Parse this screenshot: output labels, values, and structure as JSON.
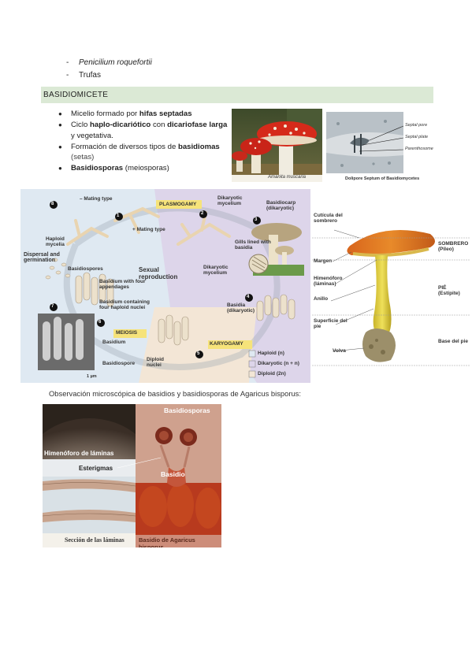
{
  "prev_list": [
    {
      "dash": "-",
      "text": "Penicilium roquefortii",
      "italic": true
    },
    {
      "dash": "-",
      "text": "Trufas",
      "italic": false
    }
  ],
  "section": {
    "title": "BASIDIOMICETE",
    "color": "#dbe9d5"
  },
  "bullets": [
    {
      "pre": "Micelio formado por ",
      "bold": "hifas septadas",
      "post": ""
    },
    {
      "pre": "Ciclo ",
      "bold": "haplo-dicariótico",
      "mid": " con ",
      "bold2": "dicariofase larga",
      "post": " y vegetativa."
    },
    {
      "pre": "Formación de diversos tipos de ",
      "bold": "basidiomas",
      "post": " (setas)"
    },
    {
      "pre": "",
      "bold": "Basidiosporas",
      "post": " (meiosporas)"
    }
  ],
  "amanita": {
    "caption": "Amanita muscaria"
  },
  "dolipore": {
    "title": "Dolipore Septum of Basidiomycetes",
    "labels": [
      "Septal pore",
      "Septal plate",
      "Parenthosome"
    ]
  },
  "lifecycle": {
    "labels": {
      "mating_minus": "– Mating type",
      "mating_plus": "+ Mating type",
      "plasmogamy": "PLASMOGAMY",
      "dikaryotic_mycelium": "Dikaryotic mycelium",
      "basidiocarp": "Basidiocarp (dikaryotic)",
      "gills": "Gills lined with basidia",
      "dikaryotic_mycelium2": "Dikaryotic mycelium",
      "sexual_reproduction": "Sexual reproduction",
      "basidia": "Basidia (dikaryotic)",
      "karyogamy": "KARYOGAMY",
      "diploid_nuclei": "Diploid nuclei",
      "meiosis": "MEIOSIS",
      "basidium_four_haploid": "Basidium containing four haploid nuclei",
      "basidium_four_appendages": "Basidium with four appendages",
      "basidiospores": "Basidiospores",
      "haploid_mycelia": "Haploid mycelia",
      "dispersal": "Dispersal and germination",
      "basidium": "Basidium",
      "basidiospore": "Basidiospore",
      "scale": "1 µm"
    },
    "legend": [
      {
        "label": "Haploid (n)",
        "color": "#dfe9f2"
      },
      {
        "label": "Dikaryotic (n + n)",
        "color": "#ddd5ea"
      },
      {
        "label": "Diploid (2n)",
        "color": "#f3e6d6"
      }
    ],
    "steps": [
      "1",
      "2",
      "3",
      "4",
      "5",
      "6",
      "7",
      "8"
    ]
  },
  "mushroom": {
    "labels": {
      "cuticula": "Cutícula del sombrero",
      "margen": "Margen",
      "himenoforo": "Himenóforo (láminas)",
      "anillo": "Anillo",
      "superficie": "Superficie del pie",
      "volva": "Volva",
      "sombrero": "SOMBRERO (Píleo)",
      "pie": "PIÉ (Estípite)",
      "base": "Base del pie"
    }
  },
  "observation": "Observación microscópica de basidios y basidiosporas de Agaricus bisporus:",
  "micro": {
    "himenoforo": "Himenóforo de láminas",
    "esterigmas": "Esterigmas",
    "seccion": "Sección de las láminas",
    "basidiosporas": "Basidiosporas",
    "basidio": "Basidio",
    "basidio_caption": "Basidio de Agaricus bisporus"
  }
}
